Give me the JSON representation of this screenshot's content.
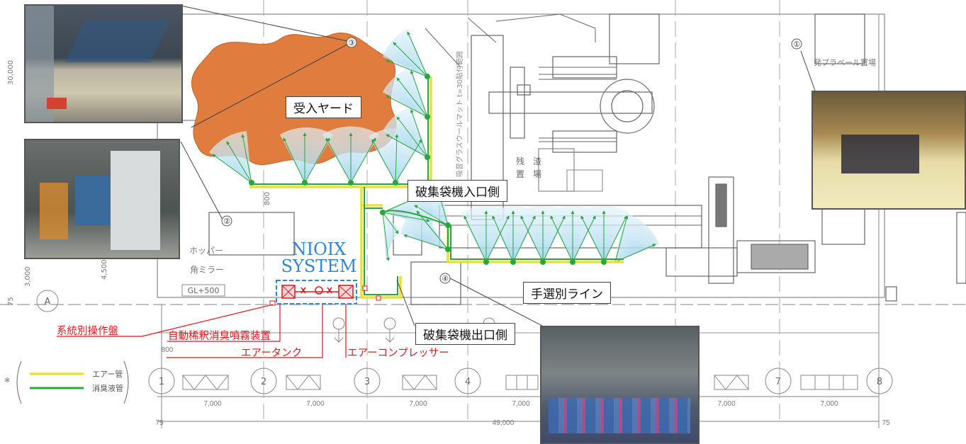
{
  "labels": {
    "receiving_yard": "受入ヤード",
    "bag_breaker_inlet": "破集袋機入口側",
    "bag_breaker_outlet": "破集袋機出口側",
    "sorting_line": "手選別ライン",
    "system_line1": "NIOIX",
    "system_line2": "SYSTEM"
  },
  "equipment_labels": {
    "control_panel": "系統別操作盤",
    "auto_dilution_sprayer": "自動稀釈消臭噴霧装置",
    "air_tank": "エアータンク",
    "air_compressor": "エアーコンプレッサー"
  },
  "callouts": [
    "①",
    "②",
    "③",
    "④"
  ],
  "drawing_text": {
    "residue_area_1": "残　渣",
    "residue_area_2": "置　場",
    "bale_area": "発プラベール置場",
    "hopper": "ホッパー",
    "corner_mirror": "角ミラー",
    "ground_level": "GL+500",
    "glasswool_note": "吸音グラスウールマット t=30貼付範囲",
    "row_marker": "A",
    "dim_30000": "30,000",
    "dim_3000": "3,000",
    "dim_4500": "4,500",
    "dim_800a": "800",
    "dim_800b": "800",
    "dim_75_left": "75",
    "dim_75_bottom": "75",
    "dim_75_right": "75",
    "dim_total": "49,000"
  },
  "grid": {
    "columns": [
      "1",
      "2",
      "3",
      "4",
      "7",
      "8"
    ],
    "spans": [
      "7,000",
      "7,000",
      "7,000",
      "7,000",
      "7,000",
      "7,000"
    ]
  },
  "legend": {
    "marker": "※",
    "air_pipe": "エアー管",
    "liquid_pipe": "消臭液管"
  },
  "colors": {
    "air_pipe": "#e8e03a",
    "liquid_pipe": "#2aa640",
    "pile": "#df7c3e",
    "spray": "#bfe3f3",
    "equipment_red": "#e0151d",
    "nioix_blue": "#2f86d6"
  }
}
